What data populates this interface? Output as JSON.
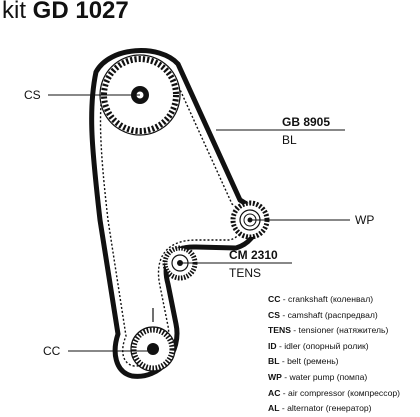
{
  "title": {
    "kit": "kit",
    "code": "GD 1027"
  },
  "labels": {
    "cs": "CS",
    "cc": "CC",
    "wp": "WP",
    "belt_code": "GB 8905",
    "belt_type": "BL",
    "tensioner_code": "CM 2310",
    "tensioner_type": "TENS"
  },
  "legend": [
    {
      "abbr": "CC",
      "text": " - crankshaft (коленвал)"
    },
    {
      "abbr": "CS",
      "text": " - camshaft (распредвал)"
    },
    {
      "abbr": "TENS",
      "text": " - tensioner (натяжитель)"
    },
    {
      "abbr": "ID",
      "text": " - idler (опорный ролик)"
    },
    {
      "abbr": "BL",
      "text": " - belt (ремень)"
    },
    {
      "abbr": "WP",
      "text": " - water pump (помпа)"
    },
    {
      "abbr": "AC",
      "text": " - air compressor (компрессор)"
    },
    {
      "abbr": "AL",
      "text": " - alternator (генератор)"
    }
  ],
  "colors": {
    "ink": "#111111",
    "background": "#ffffff"
  }
}
